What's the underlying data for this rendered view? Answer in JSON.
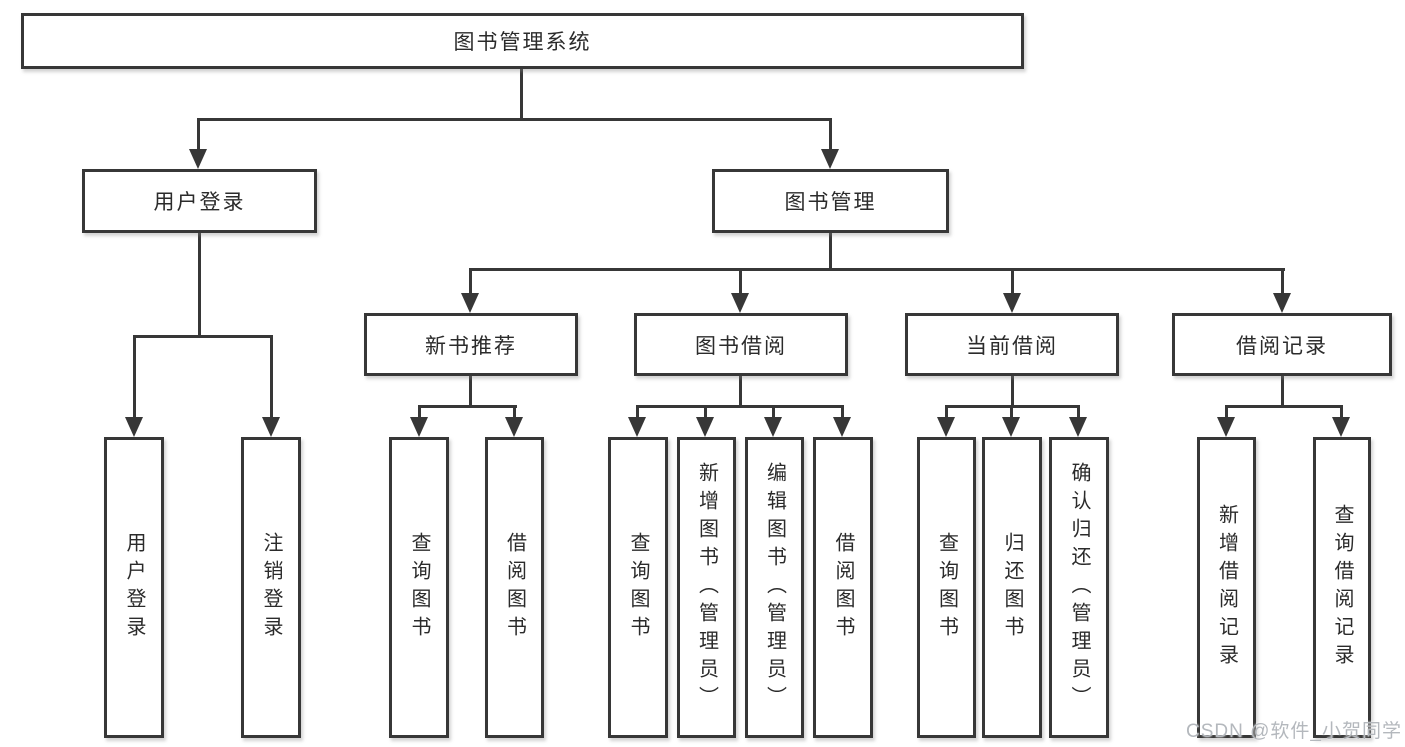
{
  "tree": {
    "label": "图书管理系统",
    "children": [
      {
        "label": "用户登录",
        "children": [
          {
            "label": "用户登录"
          },
          {
            "label": "注销登录"
          }
        ]
      },
      {
        "label": "图书管理",
        "children": [
          {
            "label": "新书推荐",
            "children": [
              {
                "label": "查询图书"
              },
              {
                "label": "借阅图书"
              }
            ]
          },
          {
            "label": "图书借阅",
            "children": [
              {
                "label": "查询图书"
              },
              {
                "label": "新增图书（管理员）"
              },
              {
                "label": "编辑图书（管理员）"
              },
              {
                "label": "借阅图书"
              }
            ]
          },
          {
            "label": "当前借阅",
            "children": [
              {
                "label": "查询图书"
              },
              {
                "label": "归还图书"
              },
              {
                "label": "确认归还（管理员）"
              }
            ]
          },
          {
            "label": "借阅记录",
            "children": [
              {
                "label": "新增借阅记录"
              },
              {
                "label": "查询借阅记录"
              }
            ]
          }
        ]
      }
    ]
  },
  "watermark": {
    "text": "CSDN @软件_小贺同学"
  },
  "colors": {
    "line": "#373737",
    "box_border": "#373737",
    "box_fill": "#ffffff",
    "text": "#2b2b2b",
    "watermark": "#b4b8bd"
  }
}
